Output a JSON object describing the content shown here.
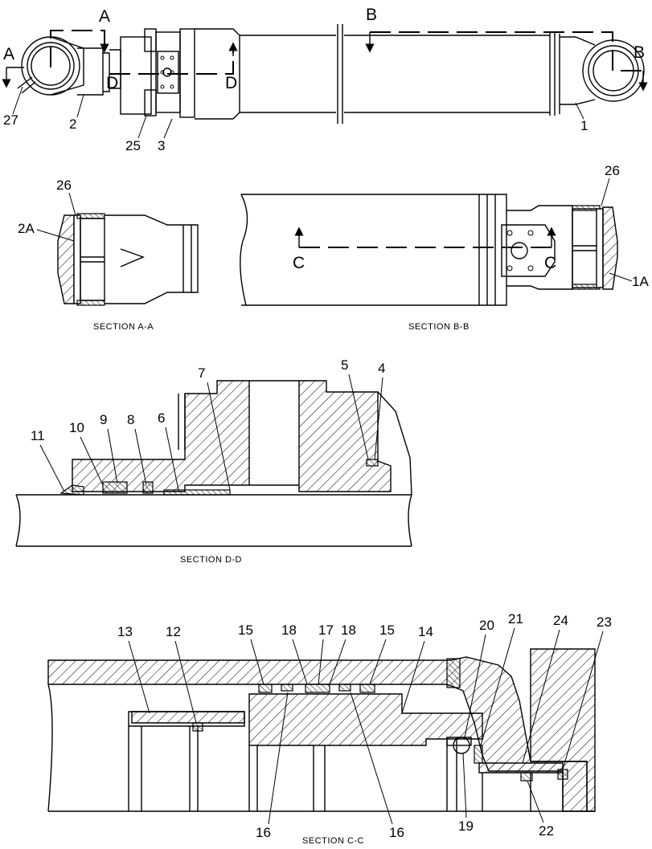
{
  "sections": {
    "a": "SECTION A-A",
    "b": "SECTION B-B",
    "d": "SECTION D-D",
    "c": "SECTION C-C"
  },
  "cut_letters": {
    "a": "A",
    "b": "B",
    "c": "C",
    "d": "D"
  },
  "callouts": {
    "top": [
      "27",
      "2",
      "25",
      "3",
      "1"
    ],
    "section_a": [
      "26",
      "2A"
    ],
    "section_b": [
      "26",
      "1A"
    ],
    "section_d": [
      "7",
      "5",
      "4",
      "11",
      "10",
      "9",
      "8",
      "6"
    ],
    "section_c": [
      "13",
      "12",
      "15",
      "18",
      "17",
      "18",
      "15",
      "14",
      "20",
      "21",
      "24",
      "23",
      "16",
      "16",
      "19",
      "22"
    ]
  }
}
